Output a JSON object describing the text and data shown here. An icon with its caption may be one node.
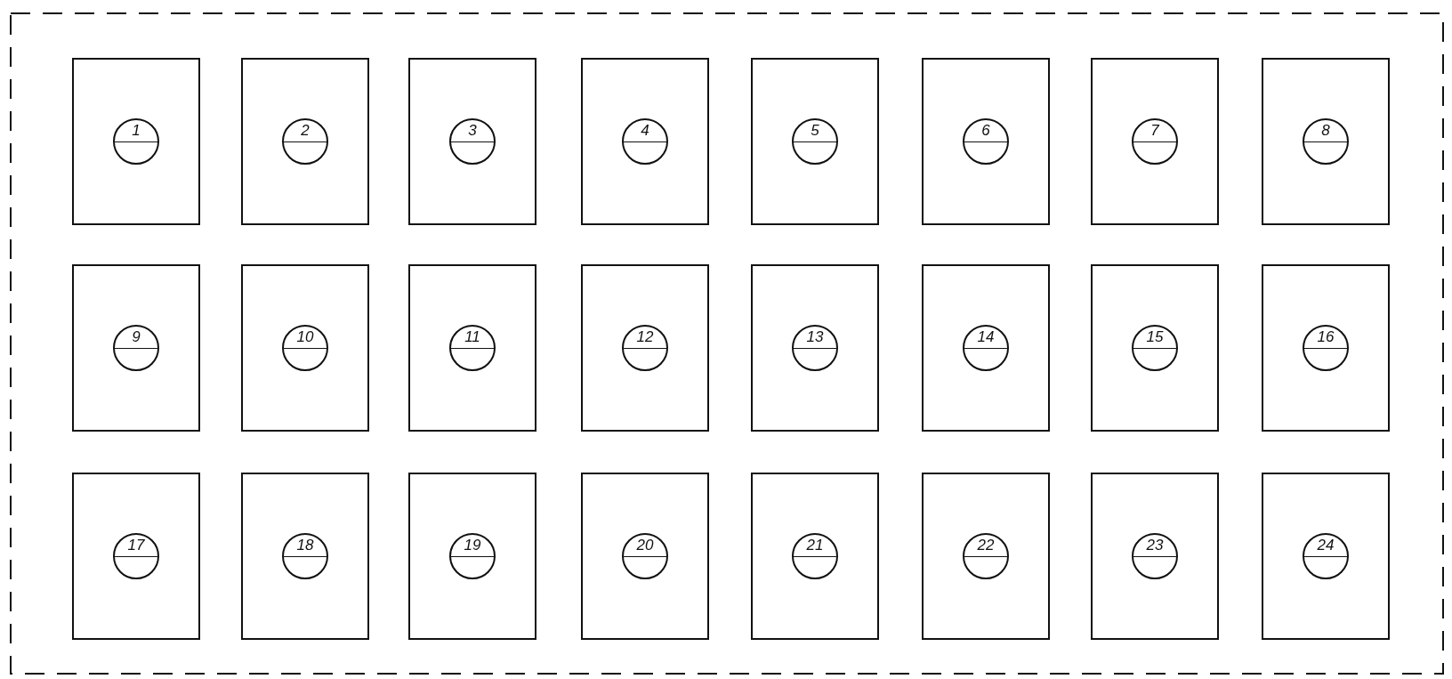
{
  "diagram": {
    "nodes": [
      {
        "text": [],
        "shape": "box"
      },
      {
        "text": [
          "1"
        ],
        "in": 0
      },
      {
        "text": [],
        "shape": "box"
      },
      {
        "text": [
          "2"
        ],
        "in": 2
      },
      {
        "text": [],
        "shape": "box"
      },
      {
        "text": [
          "3"
        ],
        "in": 4
      },
      {
        "text": [],
        "shape": "box"
      },
      {
        "text": [
          "4"
        ],
        "in": 6
      },
      {
        "text": [],
        "shape": "box"
      },
      {
        "text": [
          "5"
        ],
        "in": 8
      },
      {
        "text": [],
        "shape": "box"
      },
      {
        "text": [
          "6"
        ],
        "in": 10
      },
      {
        "text": [],
        "shape": "box"
      },
      {
        "text": [
          "7"
        ],
        "in": 12
      },
      {
        "text": [],
        "shape": "box"
      },
      {
        "text": [
          "8"
        ],
        "in": 14
      },
      {
        "text": [],
        "shape": "box"
      },
      {
        "text": [
          "9"
        ],
        "in": 16
      },
      {
        "text": [],
        "shape": "box"
      },
      {
        "text": [
          "10"
        ],
        "in": 18
      },
      {
        "text": [],
        "shape": "box"
      },
      {
        "text": [
          "11"
        ],
        "in": 20
      },
      {
        "text": [],
        "shape": "box"
      },
      {
        "text": [
          "12"
        ],
        "in": 22
      },
      {
        "text": [],
        "shape": "box"
      },
      {
        "text": [
          "13"
        ],
        "in": 24
      },
      {
        "text": [],
        "shape": "box"
      },
      {
        "text": [
          "14"
        ],
        "in": 26
      },
      {
        "text": [],
        "shape": "box"
      },
      {
        "text": [
          "15"
        ],
        "in": 28
      },
      {
        "text": [],
        "shape": "box"
      },
      {
        "text": [
          "16"
        ],
        "in": 30
      },
      {
        "text": [],
        "shape": "box"
      },
      {
        "text": [
          "17"
        ],
        "in": 32
      },
      {
        "text": [],
        "shape": "box"
      },
      {
        "text": [
          "18"
        ],
        "in": 34
      },
      {
        "text": [],
        "shape": "box"
      },
      {
        "text": [
          "19"
        ],
        "in": 36
      },
      {
        "text": [],
        "shape": "box"
      },
      {
        "text": [
          "20"
        ],
        "in": 38
      },
      {
        "text": [],
        "shape": "box"
      },
      {
        "text": [
          "21"
        ],
        "in": 40
      },
      {
        "text": [],
        "shape": "box"
      },
      {
        "text": [
          "22"
        ],
        "in": 42
      },
      {
        "text": [],
        "shape": "box"
      },
      {
        "text": [
          "23"
        ],
        "in": 44
      },
      {
        "text": [],
        "shape": "box"
      },
      {
        "text": [
          "24"
        ],
        "in": 46
      }
    ]
  }
}
